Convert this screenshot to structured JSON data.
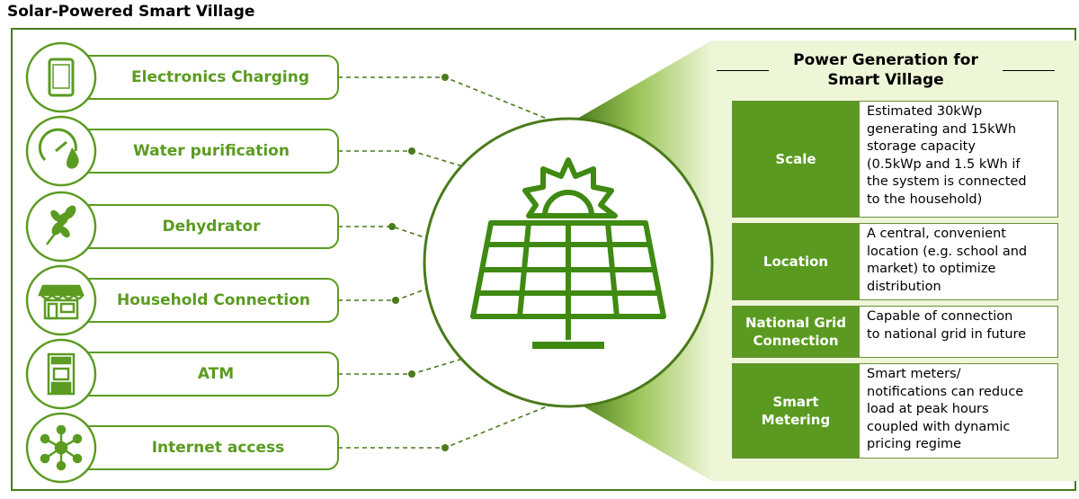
{
  "title": "Solar-Powered Smart Village",
  "services": [
    {
      "label": "Electronics Charging",
      "icon": "tablet-icon"
    },
    {
      "label": "Water purification",
      "icon": "water-gauge-icon"
    },
    {
      "label": "Dehydrator",
      "icon": "wheat-icon"
    },
    {
      "label": "Household Connection",
      "icon": "shop-icon"
    },
    {
      "label": "ATM",
      "icon": "atm-icon"
    },
    {
      "label": "Internet access",
      "icon": "network-icon"
    }
  ],
  "center_icon": "solar-panel-icon",
  "generation": {
    "title_line1": "Power Generation for",
    "title_line2": "Smart Village",
    "rows": [
      {
        "key": "Scale",
        "value": "Estimated 30kWp\ngenerating and 15kWh\nstorage capacity\n(0.5kWp and 1.5 kWh if\nthe system is connected\nto the household)"
      },
      {
        "key": "Location",
        "value": "A central, convenient\nlocation (e.g. school and\nmarket) to optimize\ndistribution"
      },
      {
        "key": "National Grid\nConnection",
        "value": "Capable of connection\nto national grid in future"
      },
      {
        "key": "Smart\nMetering",
        "value": "Smart meters/\nnotifications can reduce\nload at peak hours\ncoupled with dynamic\npricing regime"
      }
    ]
  },
  "colors": {
    "green": "#5b9b21",
    "dark_green": "#3f6e12",
    "panel_bg": "#eef6d8",
    "border": "#4a7a1a"
  }
}
